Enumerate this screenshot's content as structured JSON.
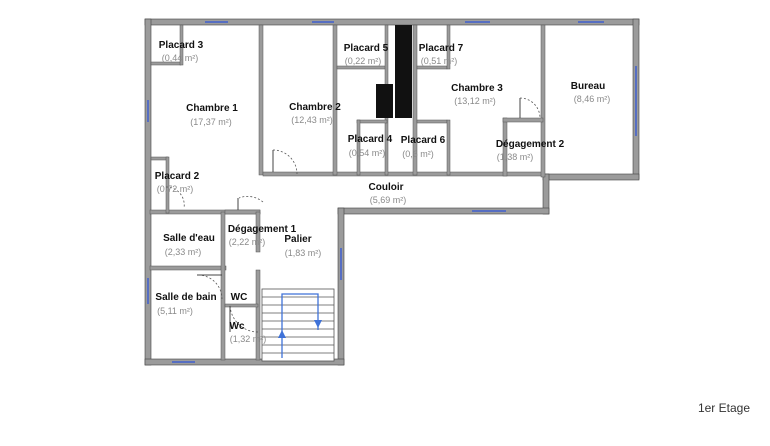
{
  "floor_label": "1er Etage",
  "colors": {
    "wall": "#9b9b9b",
    "wall_outline": "#444444",
    "window": "#3f5fd0",
    "stairs_arrow": "#3f72d8"
  },
  "rooms": {
    "placard3": {
      "name": "Placard 3",
      "area": "(0,44 m²)"
    },
    "chambre1": {
      "name": "Chambre 1",
      "area": "(17,37 m²)"
    },
    "placard2": {
      "name": "Placard 2",
      "area": "(0,72 m²)"
    },
    "chambre2": {
      "name": "Chambre 2",
      "area": "(12,43 m²)"
    },
    "placard5": {
      "name": "Placard 5",
      "area": "(0,22 m²)"
    },
    "placard4": {
      "name": "Placard 4",
      "area": "(0,54 m²)"
    },
    "placard7": {
      "name": "Placard 7",
      "area": "(0,51 m²)"
    },
    "placard6": {
      "name": "Placard 6",
      "area": "(0,6 m²)"
    },
    "chambre3": {
      "name": "Chambre 3",
      "area": "(13,12 m²)"
    },
    "degagement2": {
      "name": "Dégagement 2",
      "area": "(1,38 m²)"
    },
    "bureau": {
      "name": "Bureau",
      "area": "(8,46 m²)"
    },
    "couloir": {
      "name": "Couloir",
      "area": "(5,69 m²)"
    },
    "salle_eau": {
      "name": "Salle d'eau",
      "area": "(2,33 m²)"
    },
    "degagement1": {
      "name": "Dégagement 1",
      "area": "(2,22 m²)"
    },
    "palier": {
      "name": "Palier",
      "area": "(1,83 m²)"
    },
    "salle_bain": {
      "name": "Salle de bain",
      "area": "(5,11 m²)"
    },
    "wc_upper": {
      "name": "WC",
      "area": ""
    },
    "wc_lower": {
      "name": "Wc",
      "area": "(1,32 m²)"
    }
  }
}
